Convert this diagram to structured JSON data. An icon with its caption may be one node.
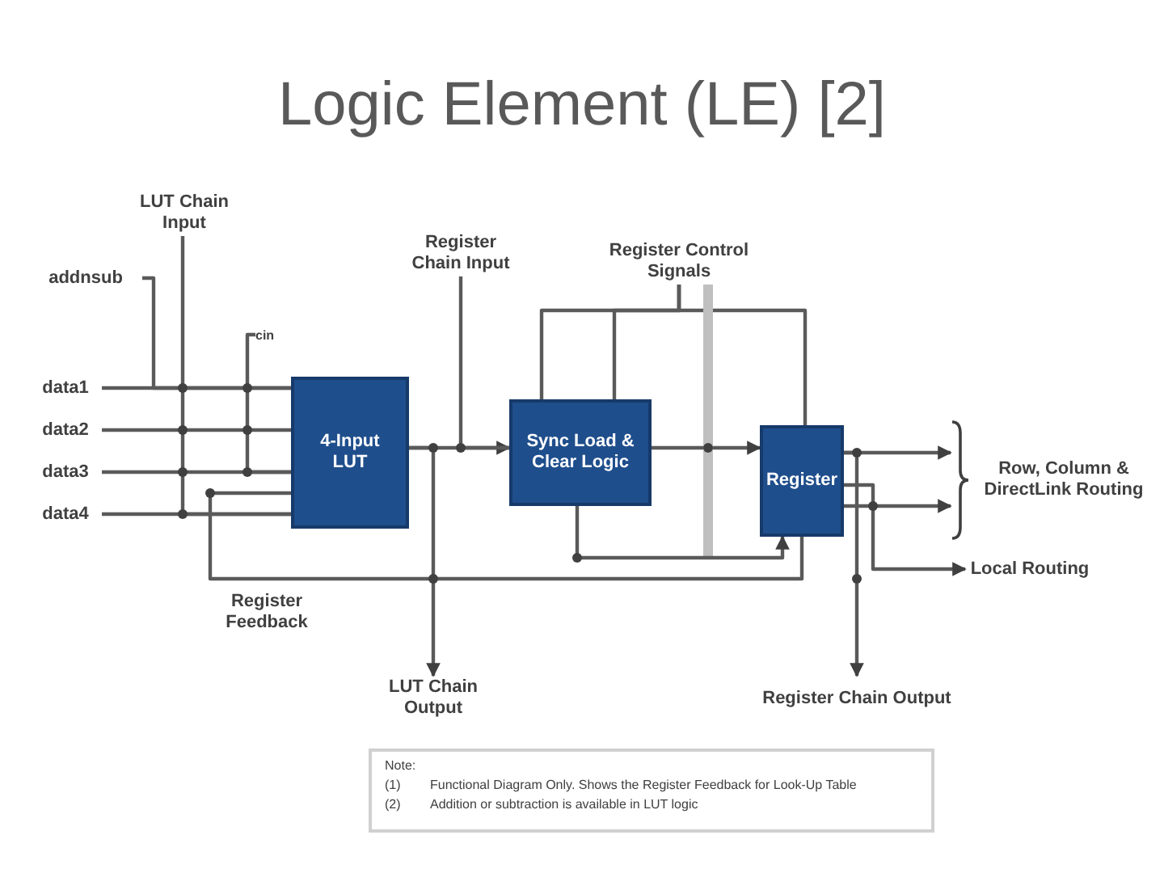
{
  "diagram": {
    "title": "Logic Element (LE) [2]",
    "nodes": [
      {
        "text": [
          "LUT Chain Input"
        ]
      },
      {
        "text": [
          "addnsub"
        ]
      },
      {
        "text": [
          "data1"
        ]
      },
      {
        "text": [
          "data2"
        ]
      },
      {
        "text": [
          "data3"
        ]
      },
      {
        "text": [
          "data4"
        ]
      },
      {
        "text": [
          "cin"
        ]
      },
      {
        "text": [
          "4-Input LUT"
        ]
      },
      {
        "text": [
          "Register Chain Input"
        ]
      },
      {
        "text": [
          "Register Control Signals"
        ]
      },
      {
        "text": [
          "Sync Load & Clear Logic"
        ]
      },
      {
        "text": [
          "Register"
        ]
      },
      {
        "text": [
          "Row, Column & DirectLink Routing"
        ]
      },
      {
        "text": [
          "Local Routing"
        ]
      },
      {
        "text": [
          "Note:",
          "(1)",
          "Functional Diagram Only. Shows the Register Feedback for Look-Up Table",
          "(2)",
          "Addition or subtraction is available in LUT logic"
        ]
      },
      {
        "text": [
          "LUT Chain Output"
        ]
      },
      {
        "text": [
          "Register Chain Output"
        ]
      }
    ],
    "edges": [
      {
        "from": 2,
        "to": 7,
        "arrow": "none"
      },
      {
        "from": 3,
        "to": 7,
        "arrow": "none"
      },
      {
        "from": 4,
        "to": 7,
        "arrow": "none"
      },
      {
        "from": 5,
        "to": 7,
        "arrow": "none"
      },
      {
        "from": 0,
        "to": 7,
        "arrow": "none"
      },
      {
        "from": 1,
        "to": 7,
        "arrow": "none"
      },
      {
        "from": 6,
        "to": 7,
        "arrow": "none"
      },
      {
        "from": 7,
        "to": 10,
        "arrow": "to"
      },
      {
        "from": 8,
        "to": 10,
        "arrow": "none"
      },
      {
        "from": 9,
        "to": 10,
        "arrow": "none"
      },
      {
        "from": 9,
        "to": 10,
        "arrow": "none"
      },
      {
        "from": 9,
        "to": 11,
        "arrow": "none"
      },
      {
        "from": 10,
        "to": 11,
        "arrow": "to"
      },
      {
        "from": 11,
        "to": 12,
        "arrow": "to"
      },
      {
        "from": 11,
        "to": 12,
        "arrow": "to"
      },
      {
        "from": 11,
        "to": 13,
        "arrow": "to"
      },
      {
        "from": 11,
        "to": 7,
        "arrow": "none",
        "label": "Register Feedback"
      },
      {
        "from": 7,
        "to": 15,
        "arrow": "to"
      },
      {
        "from": 11,
        "to": 16,
        "arrow": "to"
      },
      {
        "from": 9,
        "to": null,
        "arrow": "none",
        "style": "thick",
        "color": "#bfbfbf"
      },
      {
        "from": 10,
        "to": 11,
        "arrow": "to"
      }
    ]
  }
}
